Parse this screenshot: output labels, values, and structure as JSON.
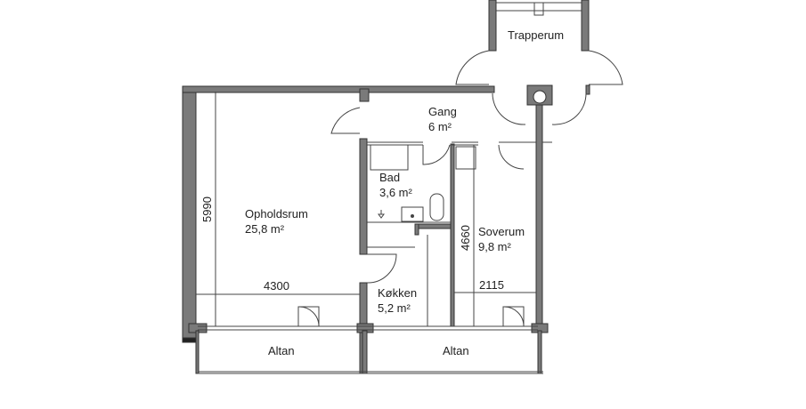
{
  "rooms": {
    "trapperum": {
      "name": "Trapperum"
    },
    "gang": {
      "name": "Gang",
      "area": "6 m²"
    },
    "bad": {
      "name": "Bad",
      "area": "3,6 m²"
    },
    "opholdsrum": {
      "name": "Opholdsrum",
      "area": "25,8 m²"
    },
    "soverum": {
      "name": "Soverum",
      "area": "9,8 m²"
    },
    "koekken": {
      "name": "Køkken",
      "area": "5,2 m²"
    },
    "altan_left": {
      "name": "Altan"
    },
    "altan_right": {
      "name": "Altan"
    }
  },
  "dimensions": {
    "living_height": "5990",
    "living_width": "4300",
    "bedroom_height": "4660",
    "bedroom_width": "2115"
  },
  "colors": {
    "wall": "#7a7a7a",
    "line": "#444444"
  }
}
